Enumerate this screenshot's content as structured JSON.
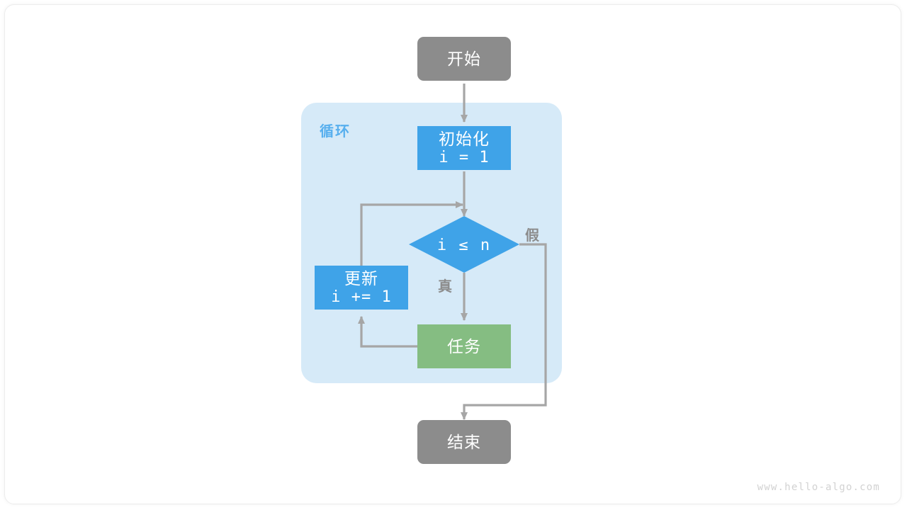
{
  "diagram": {
    "title_watermark": "www.hello-algo.com",
    "colors": {
      "blue": "#3FA3E8",
      "green": "#85BD82",
      "gray": "#8C8C8C",
      "loop_fill": "#D6EAF8",
      "loop_label": "#57AFEE",
      "edge": "#A6A6A6",
      "card_border": "#ECECEC",
      "watermark": "#D2D2D2"
    },
    "loop_container": {
      "label": "循环"
    },
    "nodes": {
      "start": {
        "label": "开始",
        "shape": "terminal",
        "color": "gray"
      },
      "init": {
        "label_line1": "初始化",
        "label_line2": "i = 1",
        "shape": "process",
        "color": "blue"
      },
      "condition": {
        "label": "i ≤ n",
        "shape": "decision",
        "color": "blue"
      },
      "update": {
        "label_line1": "更新",
        "label_line2": "i += 1",
        "shape": "process",
        "color": "blue"
      },
      "task": {
        "label": "任务",
        "shape": "process",
        "color": "green"
      },
      "end": {
        "label": "结束",
        "shape": "terminal",
        "color": "gray"
      }
    },
    "edge_labels": {
      "true_branch": "真",
      "false_branch": "假"
    }
  }
}
